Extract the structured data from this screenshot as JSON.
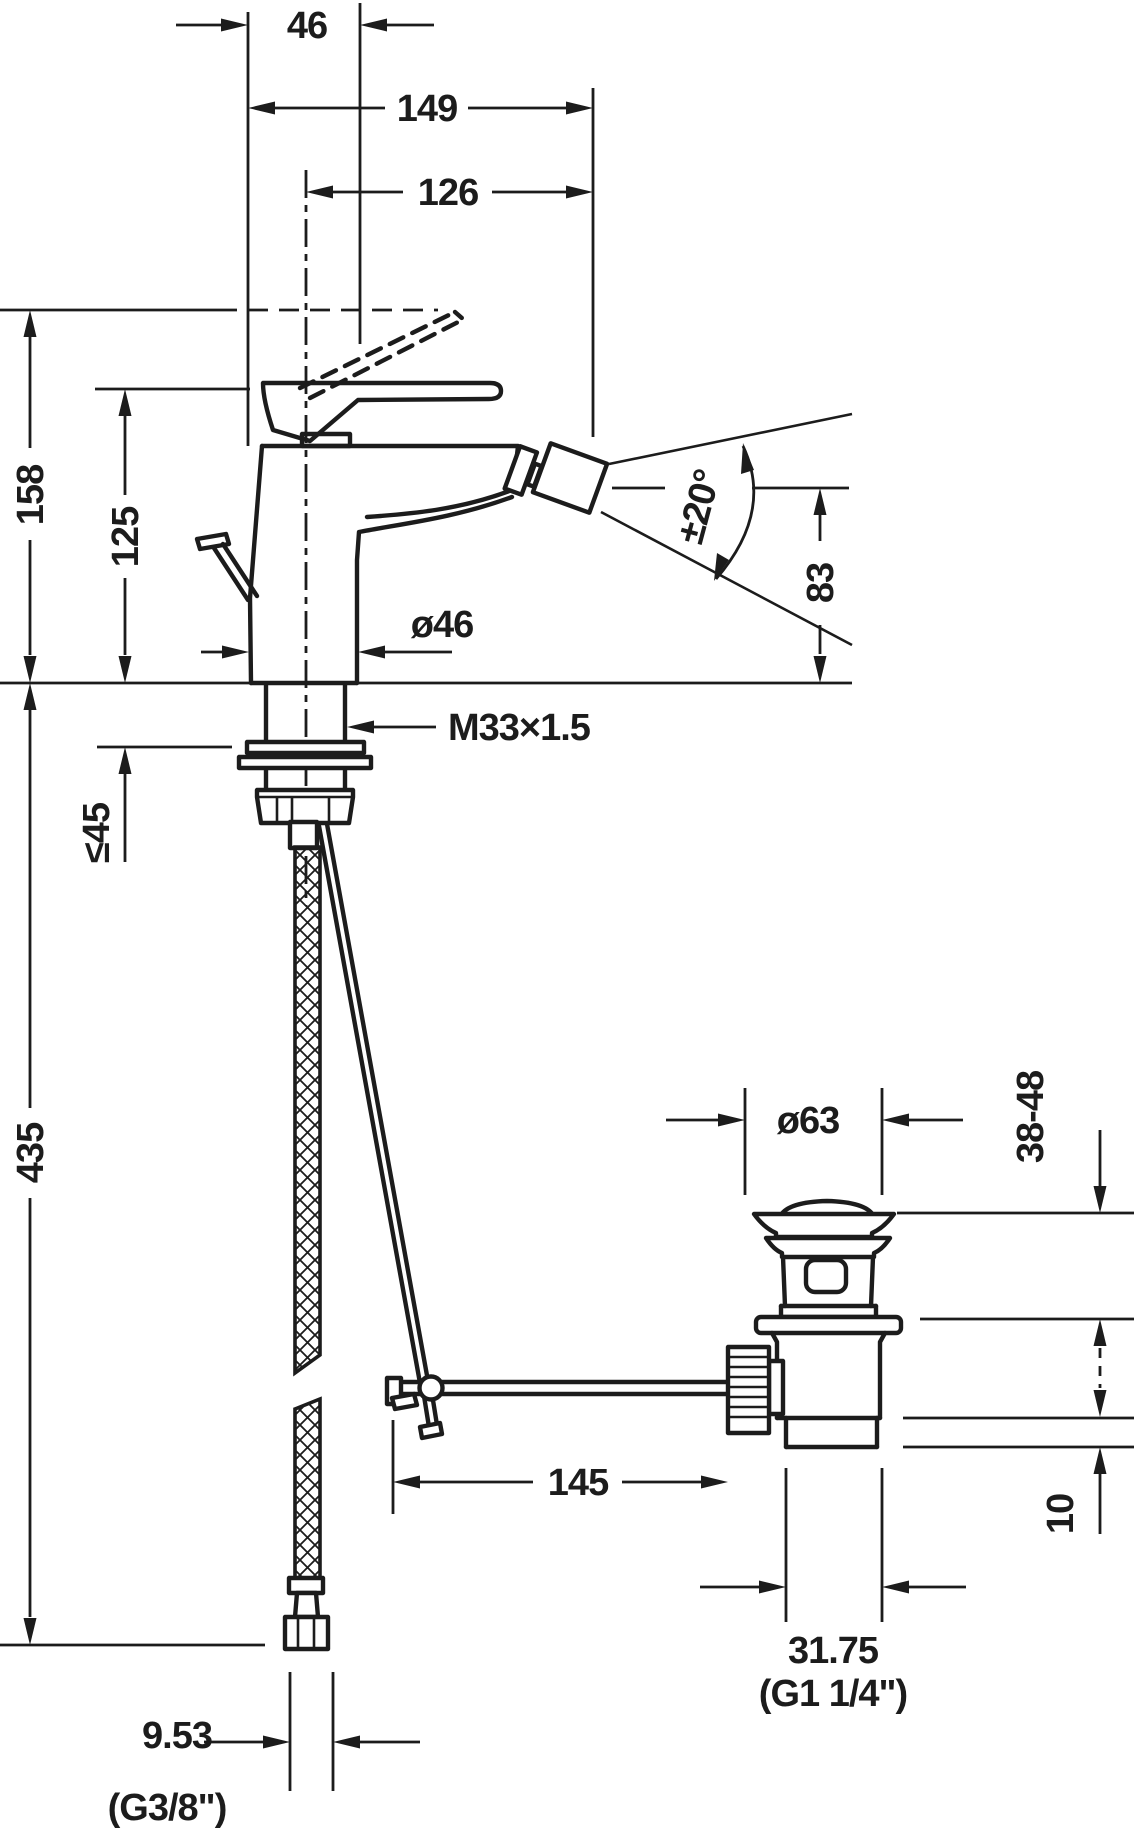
{
  "drawing": {
    "kind": "technical-dimension-drawing",
    "product": "single-lever bidet mixer with pop-up waste",
    "units": "mm",
    "colors": {
      "ink": "#1c1c1c",
      "paper": "#ffffff"
    },
    "dimensions": {
      "top_offset": "46",
      "reach_total": "149",
      "reach_from_center": "126",
      "height_lever_up": "158",
      "height_body": "125",
      "base_diameter": "ø46",
      "shank_thread": "M33×1.5",
      "spray_swivel": "±20°",
      "spout_height": "83",
      "max_deck_thickness": "≤45",
      "hose_length": "435",
      "waste_flange_diameter": "ø63",
      "waste_deck_range": "38-48",
      "rod_reach": "145",
      "waste_tail_gap": "10",
      "waste_connection_size": "31.75",
      "waste_connection_thread": "(G1 1/4\")",
      "supply_connection_size": "9.53",
      "supply_connection_thread": "(G3/8\")"
    }
  }
}
